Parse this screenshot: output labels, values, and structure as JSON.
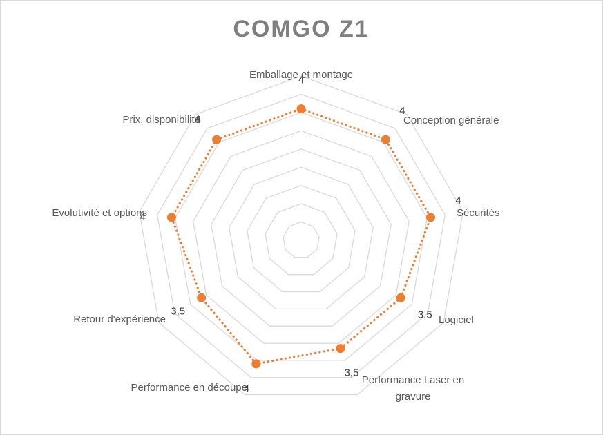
{
  "chart_data": {
    "type": "radar",
    "title": "COMGO Z1",
    "categories": [
      "Emballage et montage",
      "Conception générale",
      "Sécurités",
      "Logiciel",
      "Performance Laser en gravure",
      "Performance en découpe",
      "Retour d'expérience",
      "Evolutivité et options",
      "Prix, disponibilité"
    ],
    "series": [
      {
        "values": [
          4,
          4,
          4,
          3.5,
          3.5,
          4,
          3.5,
          4,
          4
        ],
        "value_labels": [
          "4",
          "4",
          "4",
          "3,5",
          "3,5",
          "4",
          "3,5",
          "4",
          "4"
        ],
        "color": "#ed7d31"
      }
    ],
    "rlim": [
      0,
      5
    ],
    "grid_rings": 9,
    "grid": true,
    "legend": "none",
    "colors": {
      "grid": "#d9d9d9",
      "title": "#7f7f7f",
      "labels": "#595959"
    }
  }
}
